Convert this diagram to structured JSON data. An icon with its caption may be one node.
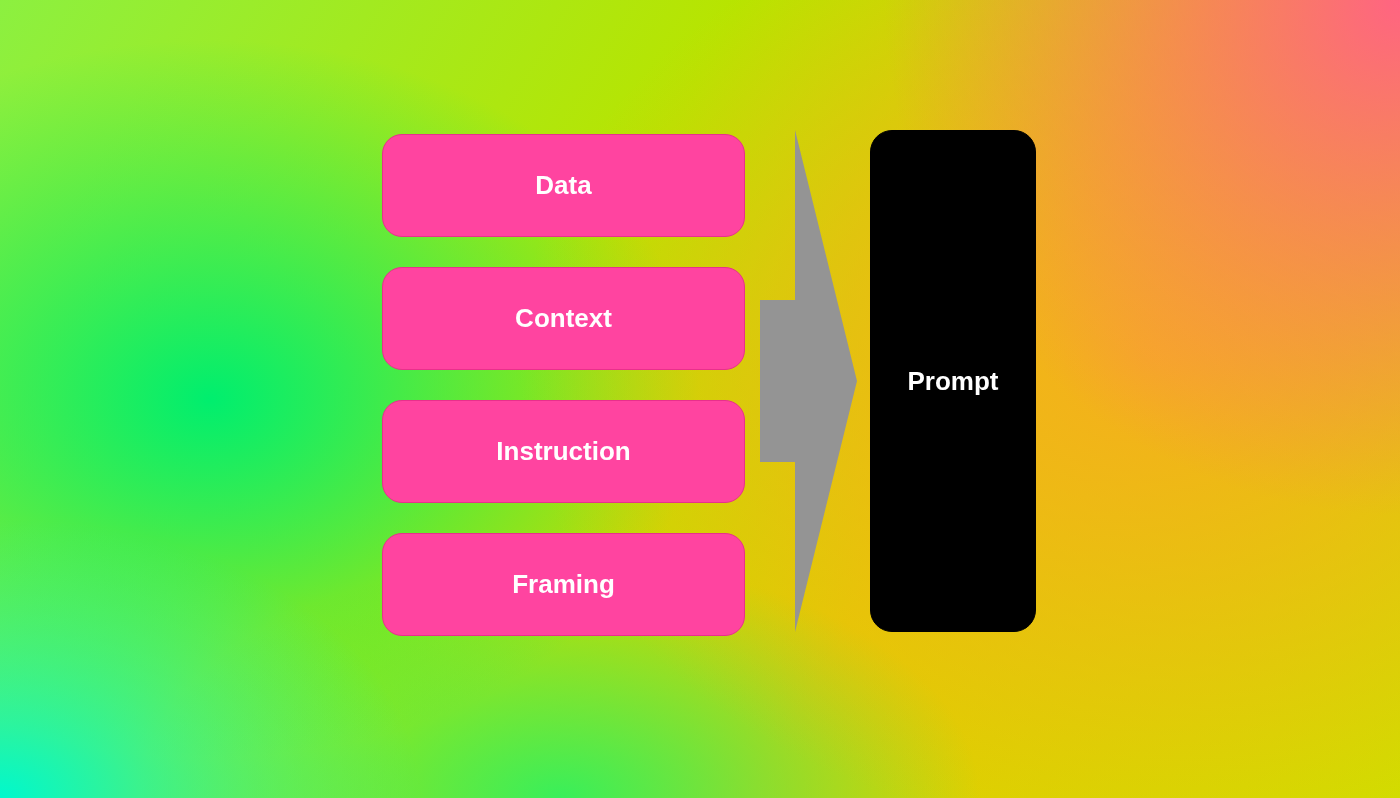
{
  "diagram": {
    "nodes": [
      {
        "text": [
          "Data"
        ]
      },
      {
        "text": [
          "Context"
        ]
      },
      {
        "text": [
          "Instruction"
        ]
      },
      {
        "text": [
          "Framing"
        ]
      },
      {
        "text": [
          "Prompt"
        ]
      }
    ],
    "edges": [
      {
        "from": 0,
        "to": 4,
        "arrow": "to"
      },
      {
        "from": 1,
        "to": 4,
        "arrow": "to"
      },
      {
        "from": 2,
        "to": 4,
        "arrow": "to"
      },
      {
        "from": 3,
        "to": 4,
        "arrow": "to"
      }
    ]
  }
}
